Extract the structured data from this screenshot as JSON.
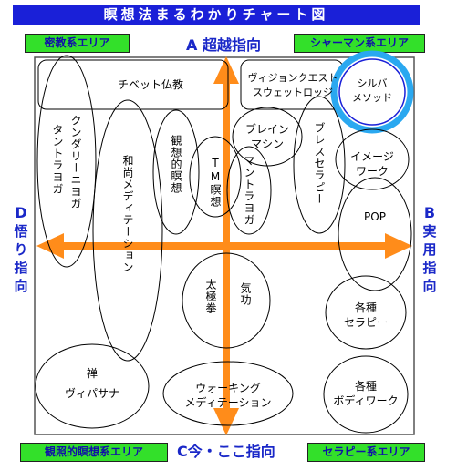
{
  "title": "瞑想法まるわかりチャート図",
  "areas": {
    "top_left": "密教系エリア",
    "top_right": "シャーマン系エリア",
    "bottom_left": "観照的瞑想系エリア",
    "bottom_right": "セラピー系エリア"
  },
  "axes": {
    "a": "A 超越指向",
    "b_line1": "B",
    "b_line2": "実用",
    "b_line3": "指向",
    "c": "C今・ここ指向",
    "d_line1": "D",
    "d_line2": "悟り",
    "d_line3": "指向"
  },
  "methods": {
    "tibetan": "チベット仏教",
    "vision_quest_1": "ヴィジョンクエスト",
    "vision_quest_2": "スウェットロッジ",
    "silva_1": "シルバ",
    "silva_2": "メソッド",
    "kundalini": "クンダリーニヨガ",
    "tantra": "タントラヨガ",
    "wafuu": "和尚メディテーション",
    "kanso": "観想的瞑想",
    "tm": "TM瞑想",
    "brain_1": "ブレイン",
    "brain_2": "マシン",
    "mantra": "マントラヨガ",
    "breath": "ブレスセラピー",
    "image_1": "イメージ",
    "image_2": "ワーク",
    "pop": "POP",
    "taikyoku": "太極拳",
    "kikou": "気功",
    "therapy_1": "各種",
    "therapy_2": "セラピー",
    "zen_1": "禅",
    "zen_2": "ヴィパサナ",
    "walking_1": "ウォーキング",
    "walking_2": "メディテーション",
    "body_1": "各種",
    "body_2": "ボディワーク"
  },
  "colors": {
    "arrow": "#ff8c1a",
    "accent": "#1a20d8",
    "area_fill": "#33e02a",
    "highlight": "#2aa8f0"
  }
}
